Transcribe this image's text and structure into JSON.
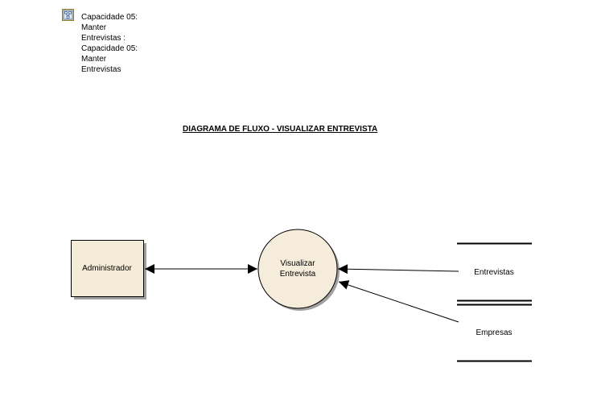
{
  "package": {
    "icon": "package-diagram-icon",
    "lines": [
      "Capacidade 05:",
      "Manter",
      "Entrevistas :",
      "Capacidade 05:",
      "Manter",
      "Entrevistas"
    ]
  },
  "diagram": {
    "title": "DIAGRAMA DE FLUXO - VISUALIZAR ENTREVISTA",
    "external_entity": {
      "label": "Administrador"
    },
    "process": {
      "label_lines": [
        "Visualizar",
        "Entrevista"
      ]
    },
    "data_stores": [
      {
        "label": "Entrevistas"
      },
      {
        "label": "Empresas"
      }
    ],
    "flows": [
      {
        "from": "Administrador",
        "to": "Visualizar Entrevista",
        "bidirectional": true
      },
      {
        "from": "Entrevistas",
        "to": "Visualizar Entrevista",
        "bidirectional": false
      },
      {
        "from": "Empresas",
        "to": "Visualizar Entrevista",
        "bidirectional": false
      }
    ],
    "colors": {
      "entity_fill": "#f4ecd8",
      "process_fill": "#f5ecdb",
      "shadow": "#a0a0a0",
      "stroke": "#000000"
    }
  }
}
